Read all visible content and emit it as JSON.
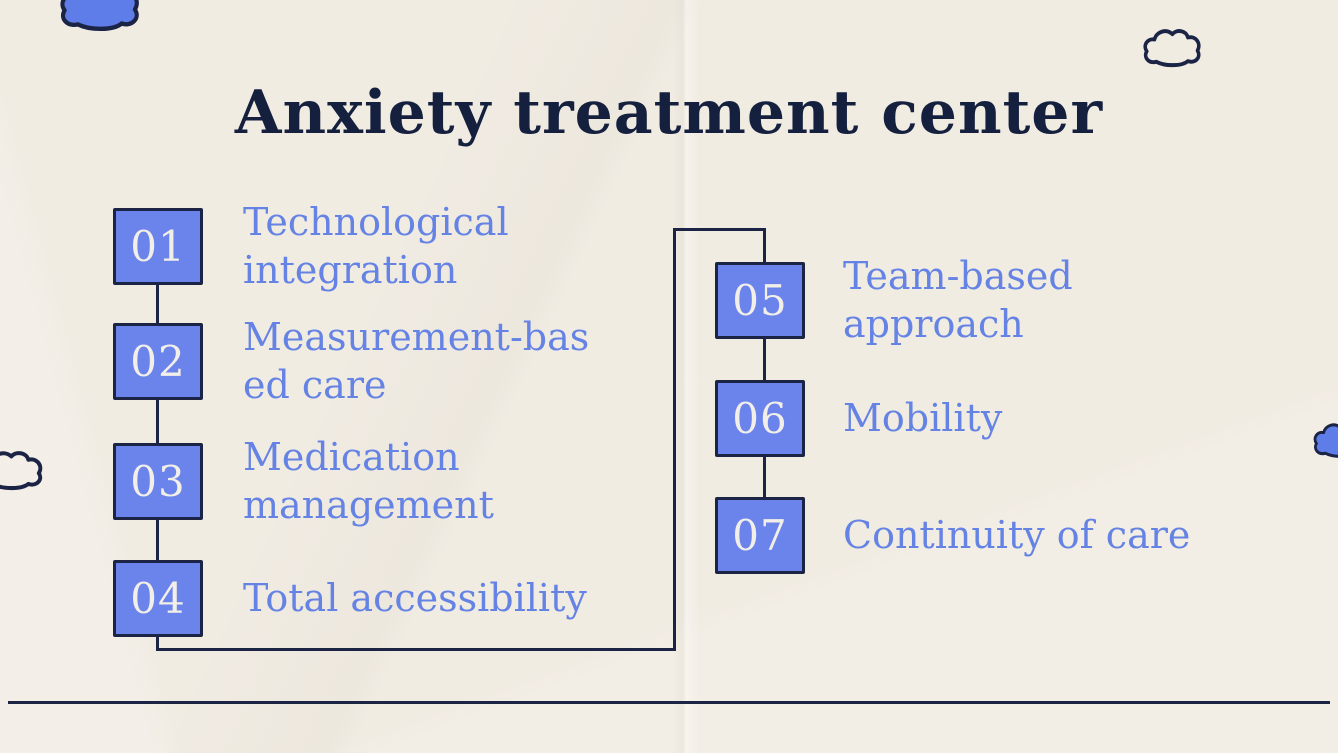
{
  "slide": {
    "title": "Anxiety treatment center",
    "items": [
      {
        "number": "01",
        "label": "Technological integration",
        "label_lines": [
          "Technological",
          "integration"
        ]
      },
      {
        "number": "02",
        "label": "Measurement-based care",
        "label_lines": [
          "Measurement-bas",
          "ed care"
        ]
      },
      {
        "number": "03",
        "label": "Medication management",
        "label_lines": [
          "Medication",
          "management"
        ]
      },
      {
        "number": "04",
        "label": "Total accessibility",
        "label_lines": [
          "Total accessibility"
        ]
      },
      {
        "number": "05",
        "label": "Team-based approach",
        "label_lines": [
          "Team-based",
          "approach"
        ]
      },
      {
        "number": "06",
        "label": "Mobility",
        "label_lines": [
          "Mobility"
        ]
      },
      {
        "number": "07",
        "label": "Continuity of care",
        "label_lines": [
          "Continuity of care"
        ]
      }
    ],
    "decorations": {
      "clouds": [
        "cloud-top-left",
        "cloud-top-right",
        "cloud-left-middle",
        "cloud-right-middle"
      ]
    },
    "colors": {
      "background": "#f3eee5",
      "navy": "#1b2445",
      "box_fill": "#6b84ec",
      "label_blue": "#6583e4",
      "number_text": "#f2eee8"
    }
  }
}
